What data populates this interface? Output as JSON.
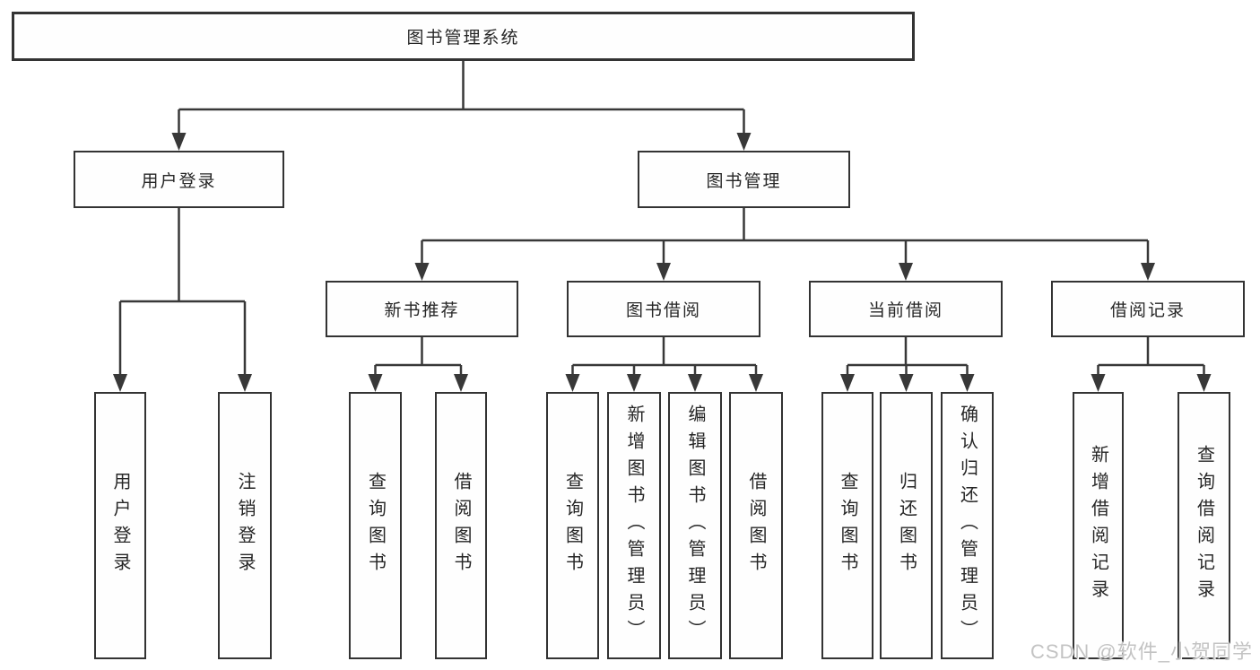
{
  "colors": {
    "background": "#ffffff",
    "box_border": "#333333",
    "connector_line": "#383838",
    "text": "#262626",
    "watermark_text": "#c3c3c3"
  },
  "watermark": {
    "text": "CSDN @软件_小贺同学"
  },
  "tree": {
    "root": {
      "label": "图书管理系统",
      "children": [
        {
          "label": "用户登录",
          "children": [
            {
              "label": "用户登录"
            },
            {
              "label": "注销登录"
            }
          ]
        },
        {
          "label": "图书管理",
          "children": [
            {
              "label": "新书推荐",
              "children": [
                {
                  "label": "查询图书"
                },
                {
                  "label": "借阅图书"
                }
              ]
            },
            {
              "label": "图书借阅",
              "children": [
                {
                  "label": "查询图书"
                },
                {
                  "label": "新增图书（管理员）"
                },
                {
                  "label": "编辑图书（管理员）"
                },
                {
                  "label": "借阅图书"
                }
              ]
            },
            {
              "label": "当前借阅",
              "children": [
                {
                  "label": "查询图书"
                },
                {
                  "label": "归还图书"
                },
                {
                  "label": "确认归还（管理员）"
                }
              ]
            },
            {
              "label": "借阅记录",
              "children": [
                {
                  "label": "新增借阅记录"
                },
                {
                  "label": "查询借阅记录"
                }
              ]
            }
          ]
        }
      ]
    }
  }
}
